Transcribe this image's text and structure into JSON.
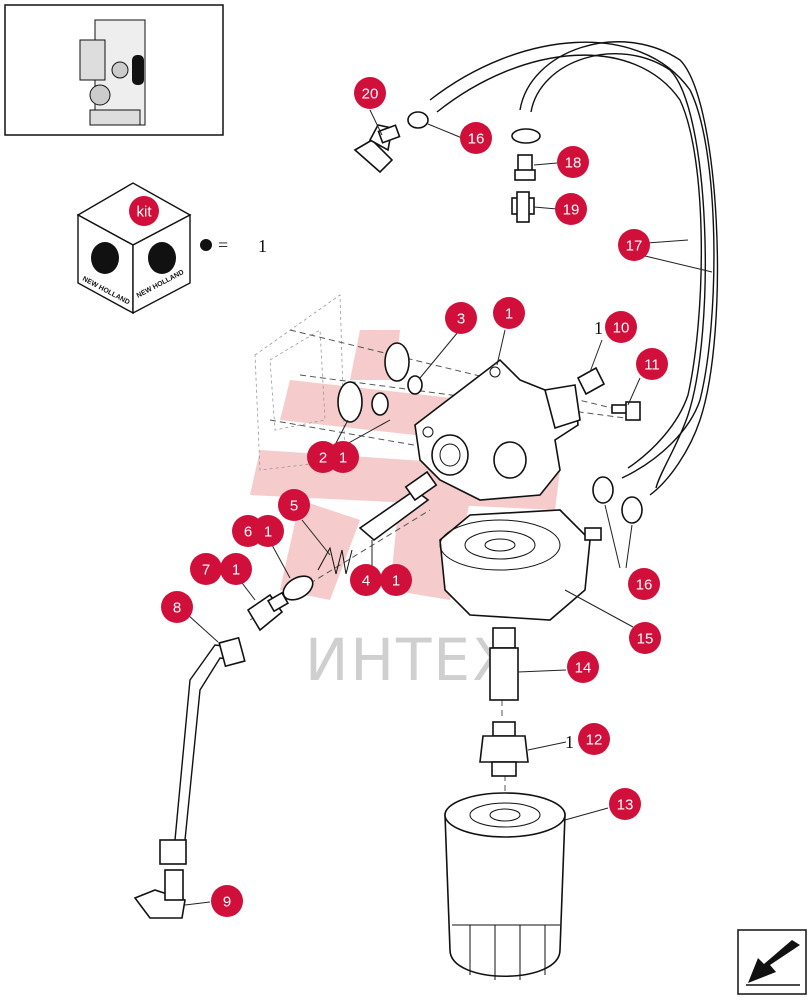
{
  "kit": {
    "badge_label": "kit",
    "equals_sign": "=",
    "count": "1"
  },
  "brand": {
    "name": "NEW HOLLAND"
  },
  "watermark": {
    "text": "ИНТЕХ"
  },
  "colors": {
    "callout": "#d0103a",
    "watermark": "#f2b8b8",
    "ink": "#111111"
  },
  "callouts": [
    {
      "id": "c20",
      "label": "20"
    },
    {
      "id": "c16a",
      "label": "16"
    },
    {
      "id": "c18",
      "label": "18"
    },
    {
      "id": "c19",
      "label": "19"
    },
    {
      "id": "c17",
      "label": "17"
    },
    {
      "id": "c3",
      "label": "3"
    },
    {
      "id": "c1a",
      "label": "1"
    },
    {
      "id": "c10",
      "label": "10"
    },
    {
      "id": "c11",
      "label": "11"
    },
    {
      "id": "c2",
      "label": "2"
    },
    {
      "id": "c1b",
      "label": "1"
    },
    {
      "id": "c5",
      "label": "5"
    },
    {
      "id": "c6",
      "label": "6"
    },
    {
      "id": "c1c",
      "label": "1"
    },
    {
      "id": "c7",
      "label": "7"
    },
    {
      "id": "c1d",
      "label": "1"
    },
    {
      "id": "c4",
      "label": "4"
    },
    {
      "id": "c1e",
      "label": "1"
    },
    {
      "id": "c8",
      "label": "8"
    },
    {
      "id": "c16b",
      "label": "16"
    },
    {
      "id": "c15",
      "label": "15"
    },
    {
      "id": "c14",
      "label": "14"
    },
    {
      "id": "c12",
      "label": "12"
    },
    {
      "id": "c13",
      "label": "13"
    },
    {
      "id": "c9",
      "label": "9"
    }
  ],
  "plain_labels": [
    {
      "id": "p10",
      "label": "1"
    },
    {
      "id": "p12",
      "label": "1"
    }
  ],
  "icons": {
    "thumbnail": "engine-thumbnail-icon",
    "kit": "kit-box-icon",
    "nav": "next-page-arrow-icon"
  }
}
